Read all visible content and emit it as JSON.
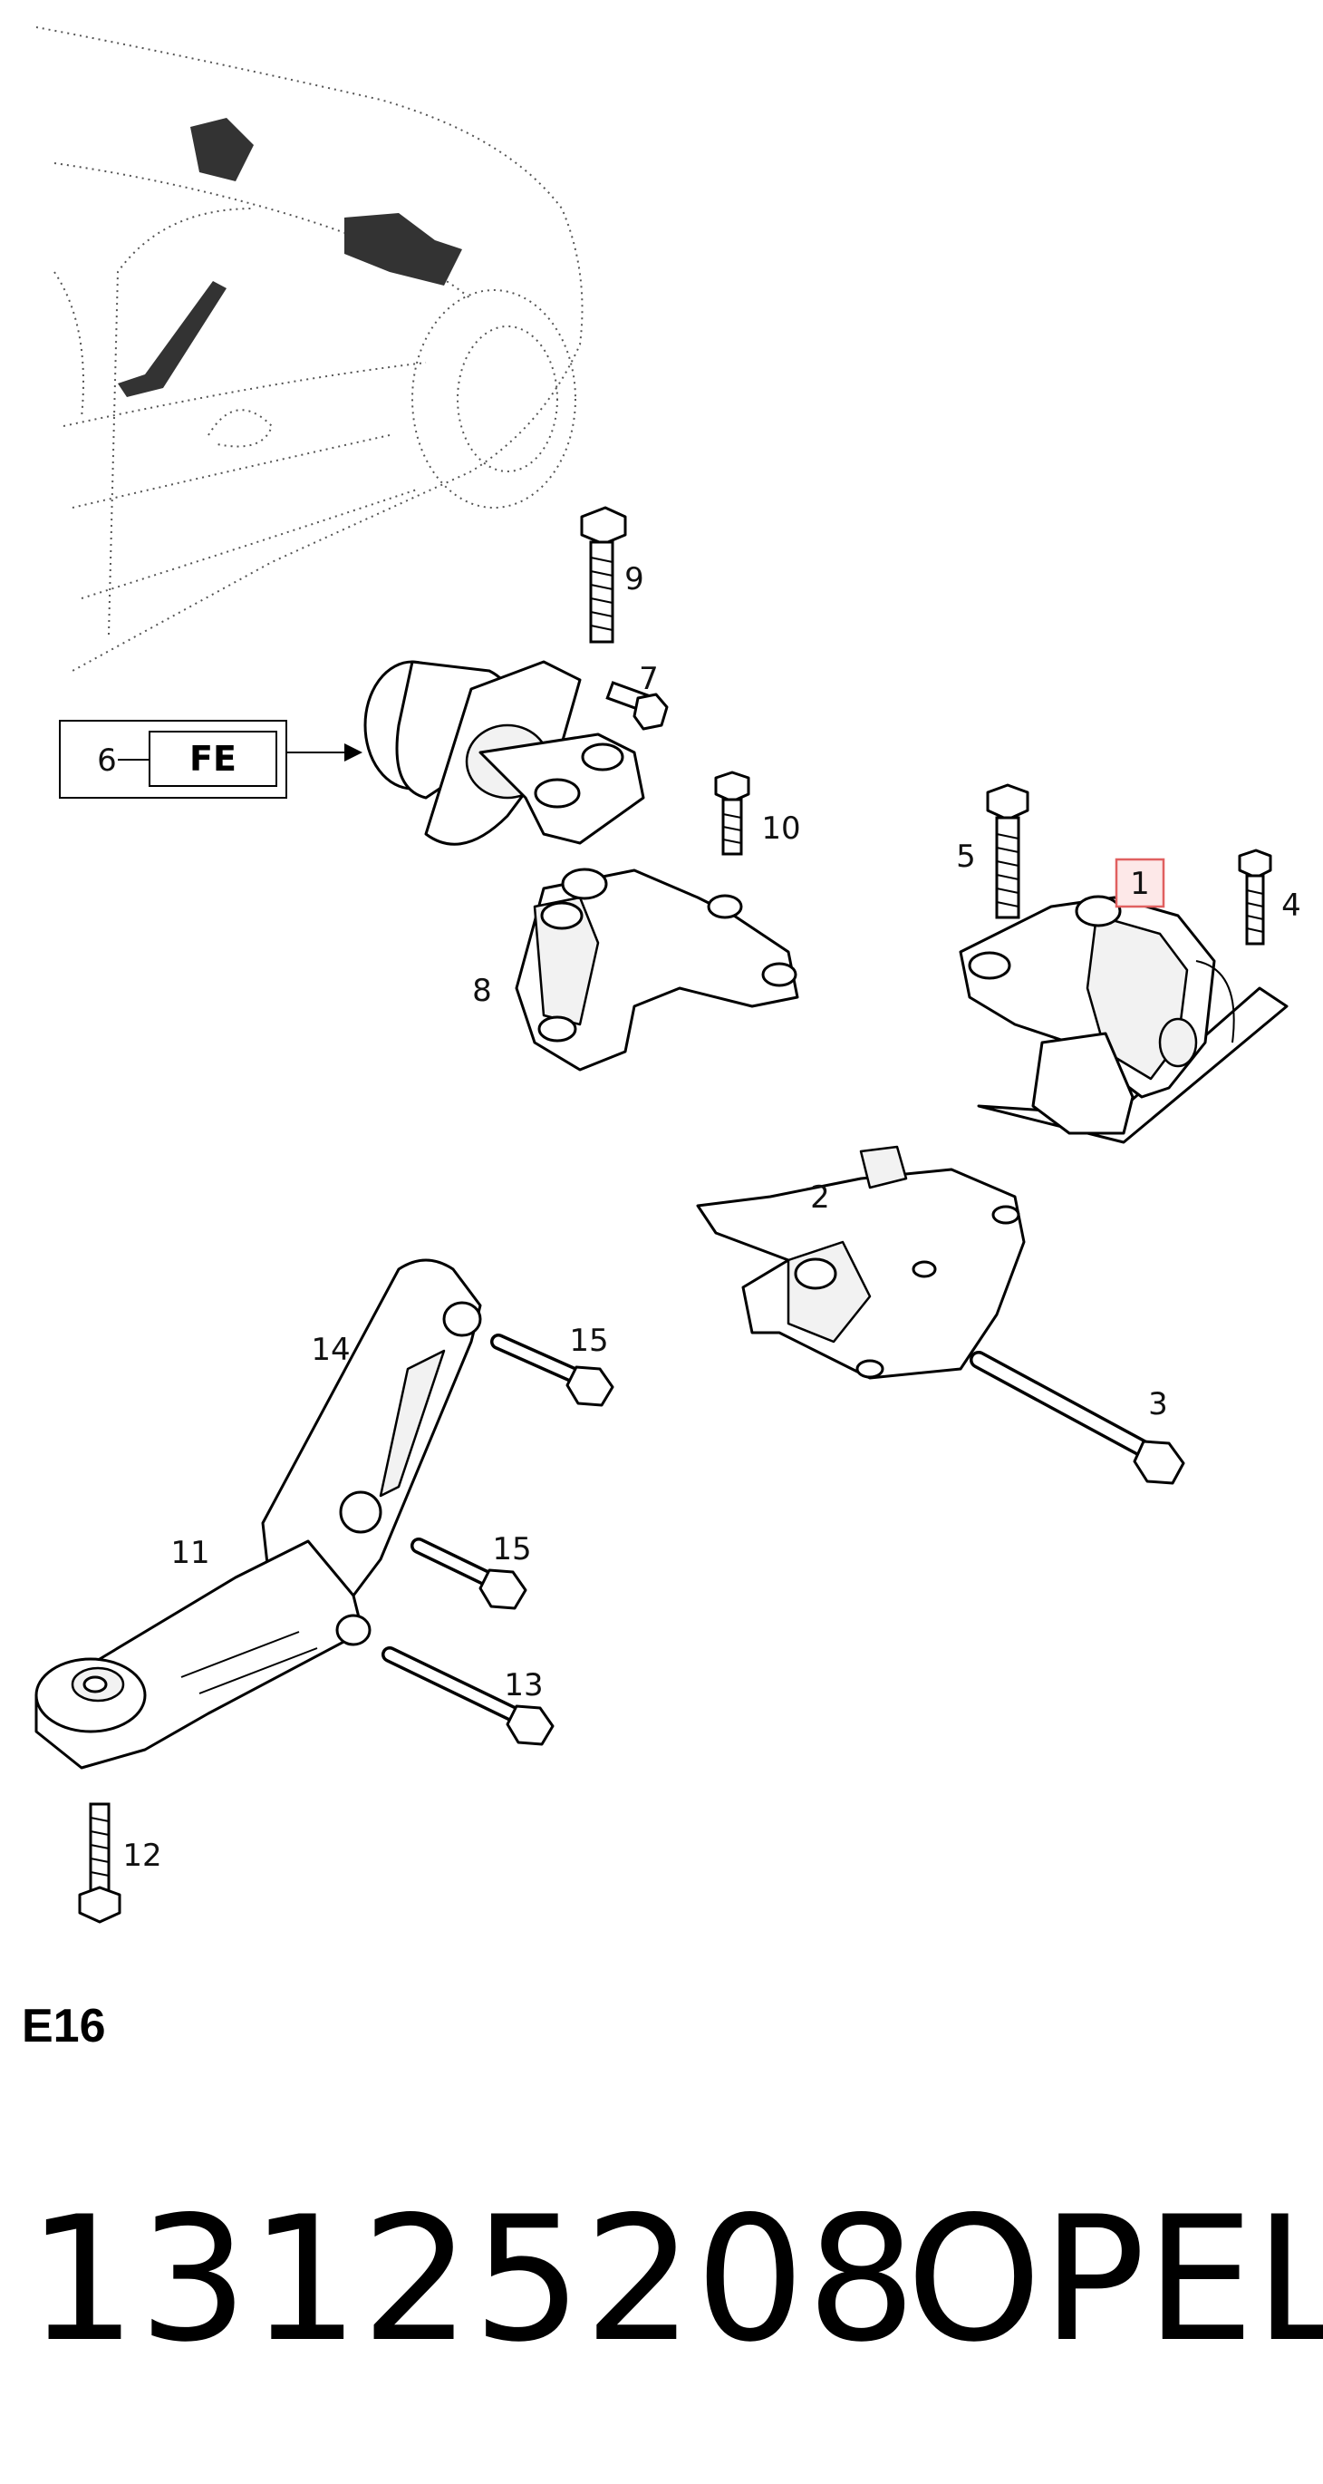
{
  "diagram": {
    "callouts": [
      {
        "id": "c1",
        "text": "1",
        "highlighted": true
      },
      {
        "id": "c2",
        "text": "2"
      },
      {
        "id": "c3",
        "text": "3"
      },
      {
        "id": "c4",
        "text": "4"
      },
      {
        "id": "c5",
        "text": "5"
      },
      {
        "id": "c6",
        "text": "6"
      },
      {
        "id": "c7",
        "text": "7"
      },
      {
        "id": "c8",
        "text": "8"
      },
      {
        "id": "c9",
        "text": "9"
      },
      {
        "id": "c10",
        "text": "10"
      },
      {
        "id": "c11",
        "text": "11"
      },
      {
        "id": "c12",
        "text": "12"
      },
      {
        "id": "c13",
        "text": "13"
      },
      {
        "id": "c14",
        "text": "14"
      },
      {
        "id": "c15a",
        "text": "15"
      },
      {
        "id": "c15b",
        "text": "15"
      }
    ],
    "variant_box": {
      "label": "FE"
    },
    "highlight_color": "#e06060"
  },
  "group_code": "E16",
  "part_number": "13125208",
  "brand": "OPEL"
}
